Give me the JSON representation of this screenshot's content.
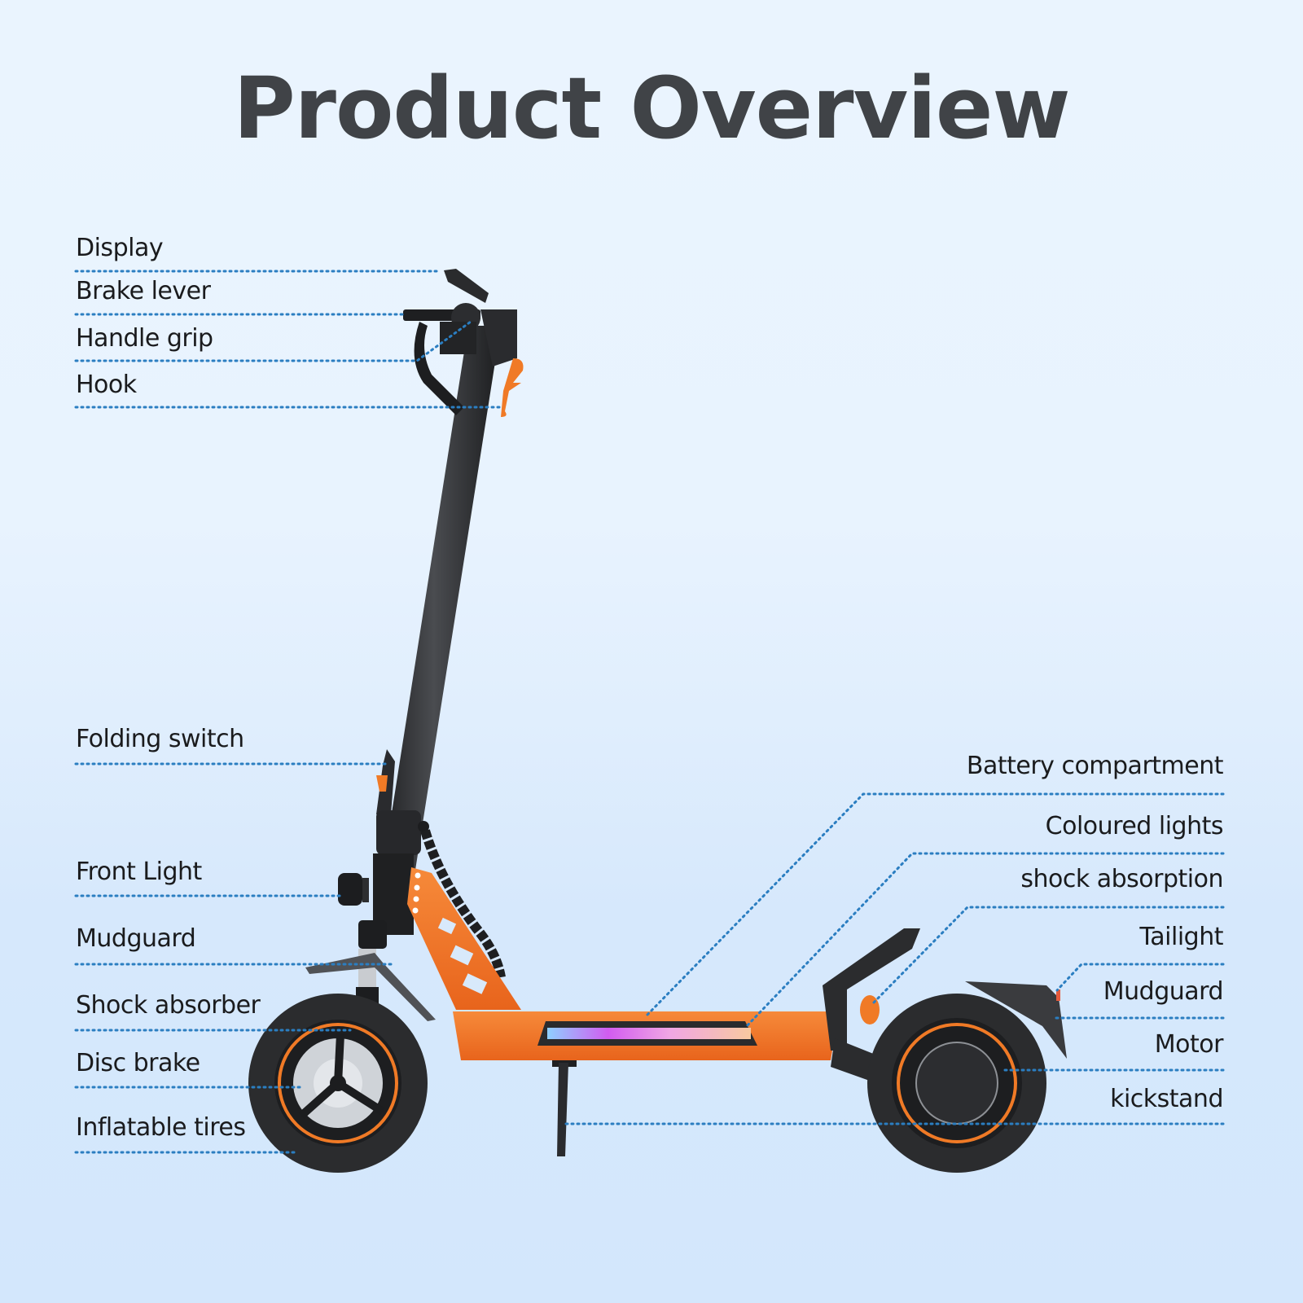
{
  "title": "Product Overview",
  "colors": {
    "background_top": "#eaf4fe",
    "background_bottom": "#d3e7fc",
    "leader_line": "#2b7ec1",
    "label_text": "#1a1b1d",
    "title_text": "#404347",
    "scooter_body": "#f07a26",
    "scooter_dark": "#2b2c2e"
  },
  "labels_left": [
    {
      "id": "display",
      "text": "Display"
    },
    {
      "id": "brake-lever",
      "text": "Brake lever"
    },
    {
      "id": "handle-grip",
      "text": "Handle grip"
    },
    {
      "id": "hook",
      "text": "Hook"
    },
    {
      "id": "folding-switch",
      "text": "Folding switch"
    },
    {
      "id": "front-light",
      "text": "Front Light"
    },
    {
      "id": "mudguard-front",
      "text": "Mudguard"
    },
    {
      "id": "shock-absorber",
      "text": "Shock absorber"
    },
    {
      "id": "disc-brake",
      "text": "Disc brake"
    },
    {
      "id": "inflatable-tires",
      "text": "Inflatable tires"
    }
  ],
  "labels_right": [
    {
      "id": "battery-compartment",
      "text": "Battery compartment"
    },
    {
      "id": "coloured-lights",
      "text": "Coloured lights"
    },
    {
      "id": "shock-absorption",
      "text": "shock absorption"
    },
    {
      "id": "tailight",
      "text": "Tailight"
    },
    {
      "id": "mudguard-rear",
      "text": "Mudguard"
    },
    {
      "id": "motor",
      "text": "Motor"
    },
    {
      "id": "kickstand",
      "text": "kickstand"
    }
  ]
}
